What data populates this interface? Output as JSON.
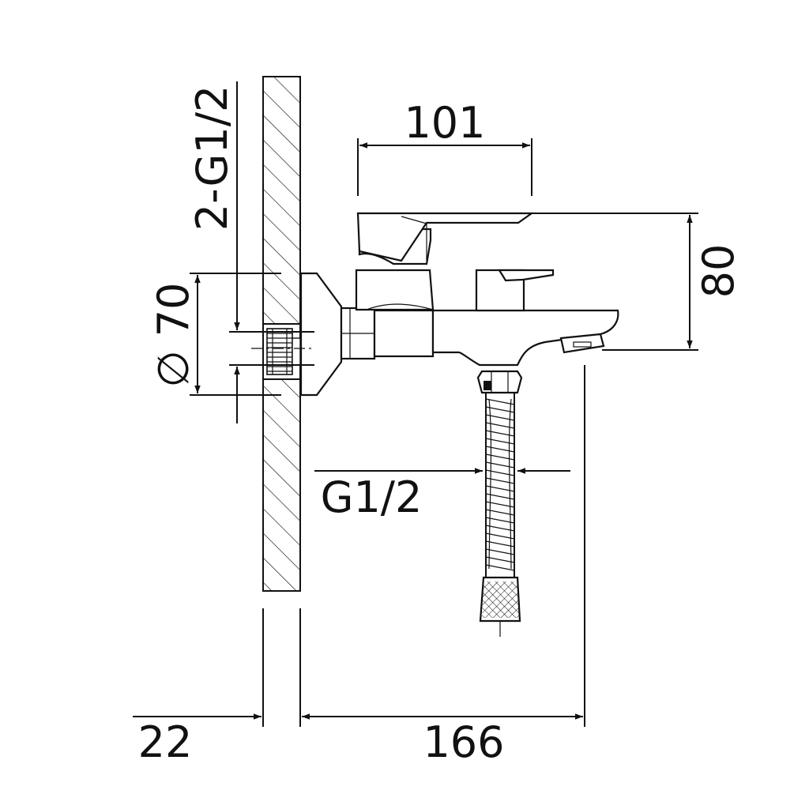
{
  "dimensions": {
    "width_outlet": "101",
    "height": "80",
    "inlet_thread": "2-G1/2",
    "flange_diameter": "∅ 70",
    "hose_thread": "G1/2",
    "wall_offset": "22",
    "projection": "166"
  },
  "colors": {
    "line": "#111111",
    "background": "#ffffff"
  }
}
